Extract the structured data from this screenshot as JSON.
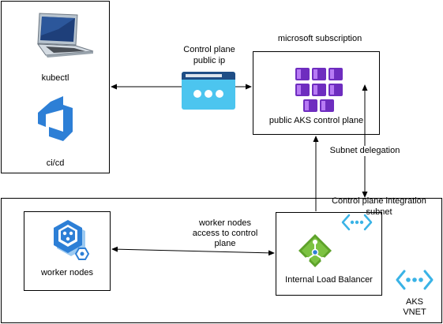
{
  "client_box": {
    "kubectl_label": "kubectl",
    "cicd_label": "ci/cd"
  },
  "public_ip": {
    "label_line1": "Control plane",
    "label_line2": "public ip"
  },
  "subscription": {
    "title": "microsoft subscription",
    "control_plane_label": "public AKS control plane"
  },
  "subnet_delegation_label": "Subnet delegation",
  "integration_subnet": {
    "label_line1": "Control plane integration",
    "label_line2": "subnet"
  },
  "worker_access": {
    "label_line1": "worker nodes",
    "label_line2": "access to control",
    "label_line3": "plane"
  },
  "worker_nodes_label": "worker nodes",
  "load_balancer_label": "Internal Load Balancer",
  "vnet": {
    "label_line1": "AKS",
    "label_line2": "VNET"
  },
  "colors": {
    "azure_blue": "#2d7fd6",
    "azure_purple": "#6e2dbf",
    "lb_green": "#5ea22b",
    "vnet_cyan": "#3ab3e6",
    "ip_header": "#1f4e86",
    "ip_body": "#4cc5ef"
  }
}
